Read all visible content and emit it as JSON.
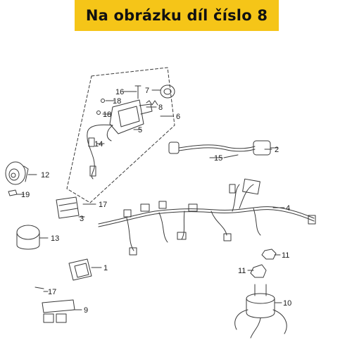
{
  "banner": {
    "text": "Na obrázku díl číslo 8"
  },
  "callouts": [
    "16",
    "7",
    "18",
    "8",
    "18",
    "6",
    "5",
    "14",
    "2",
    "15",
    "12",
    "19",
    "17",
    "3",
    "4",
    "13",
    "1",
    "11",
    "11",
    "10",
    "17",
    "9"
  ],
  "colors": {
    "banner_bg": "#f5c518",
    "line": "#3a3a3a"
  }
}
